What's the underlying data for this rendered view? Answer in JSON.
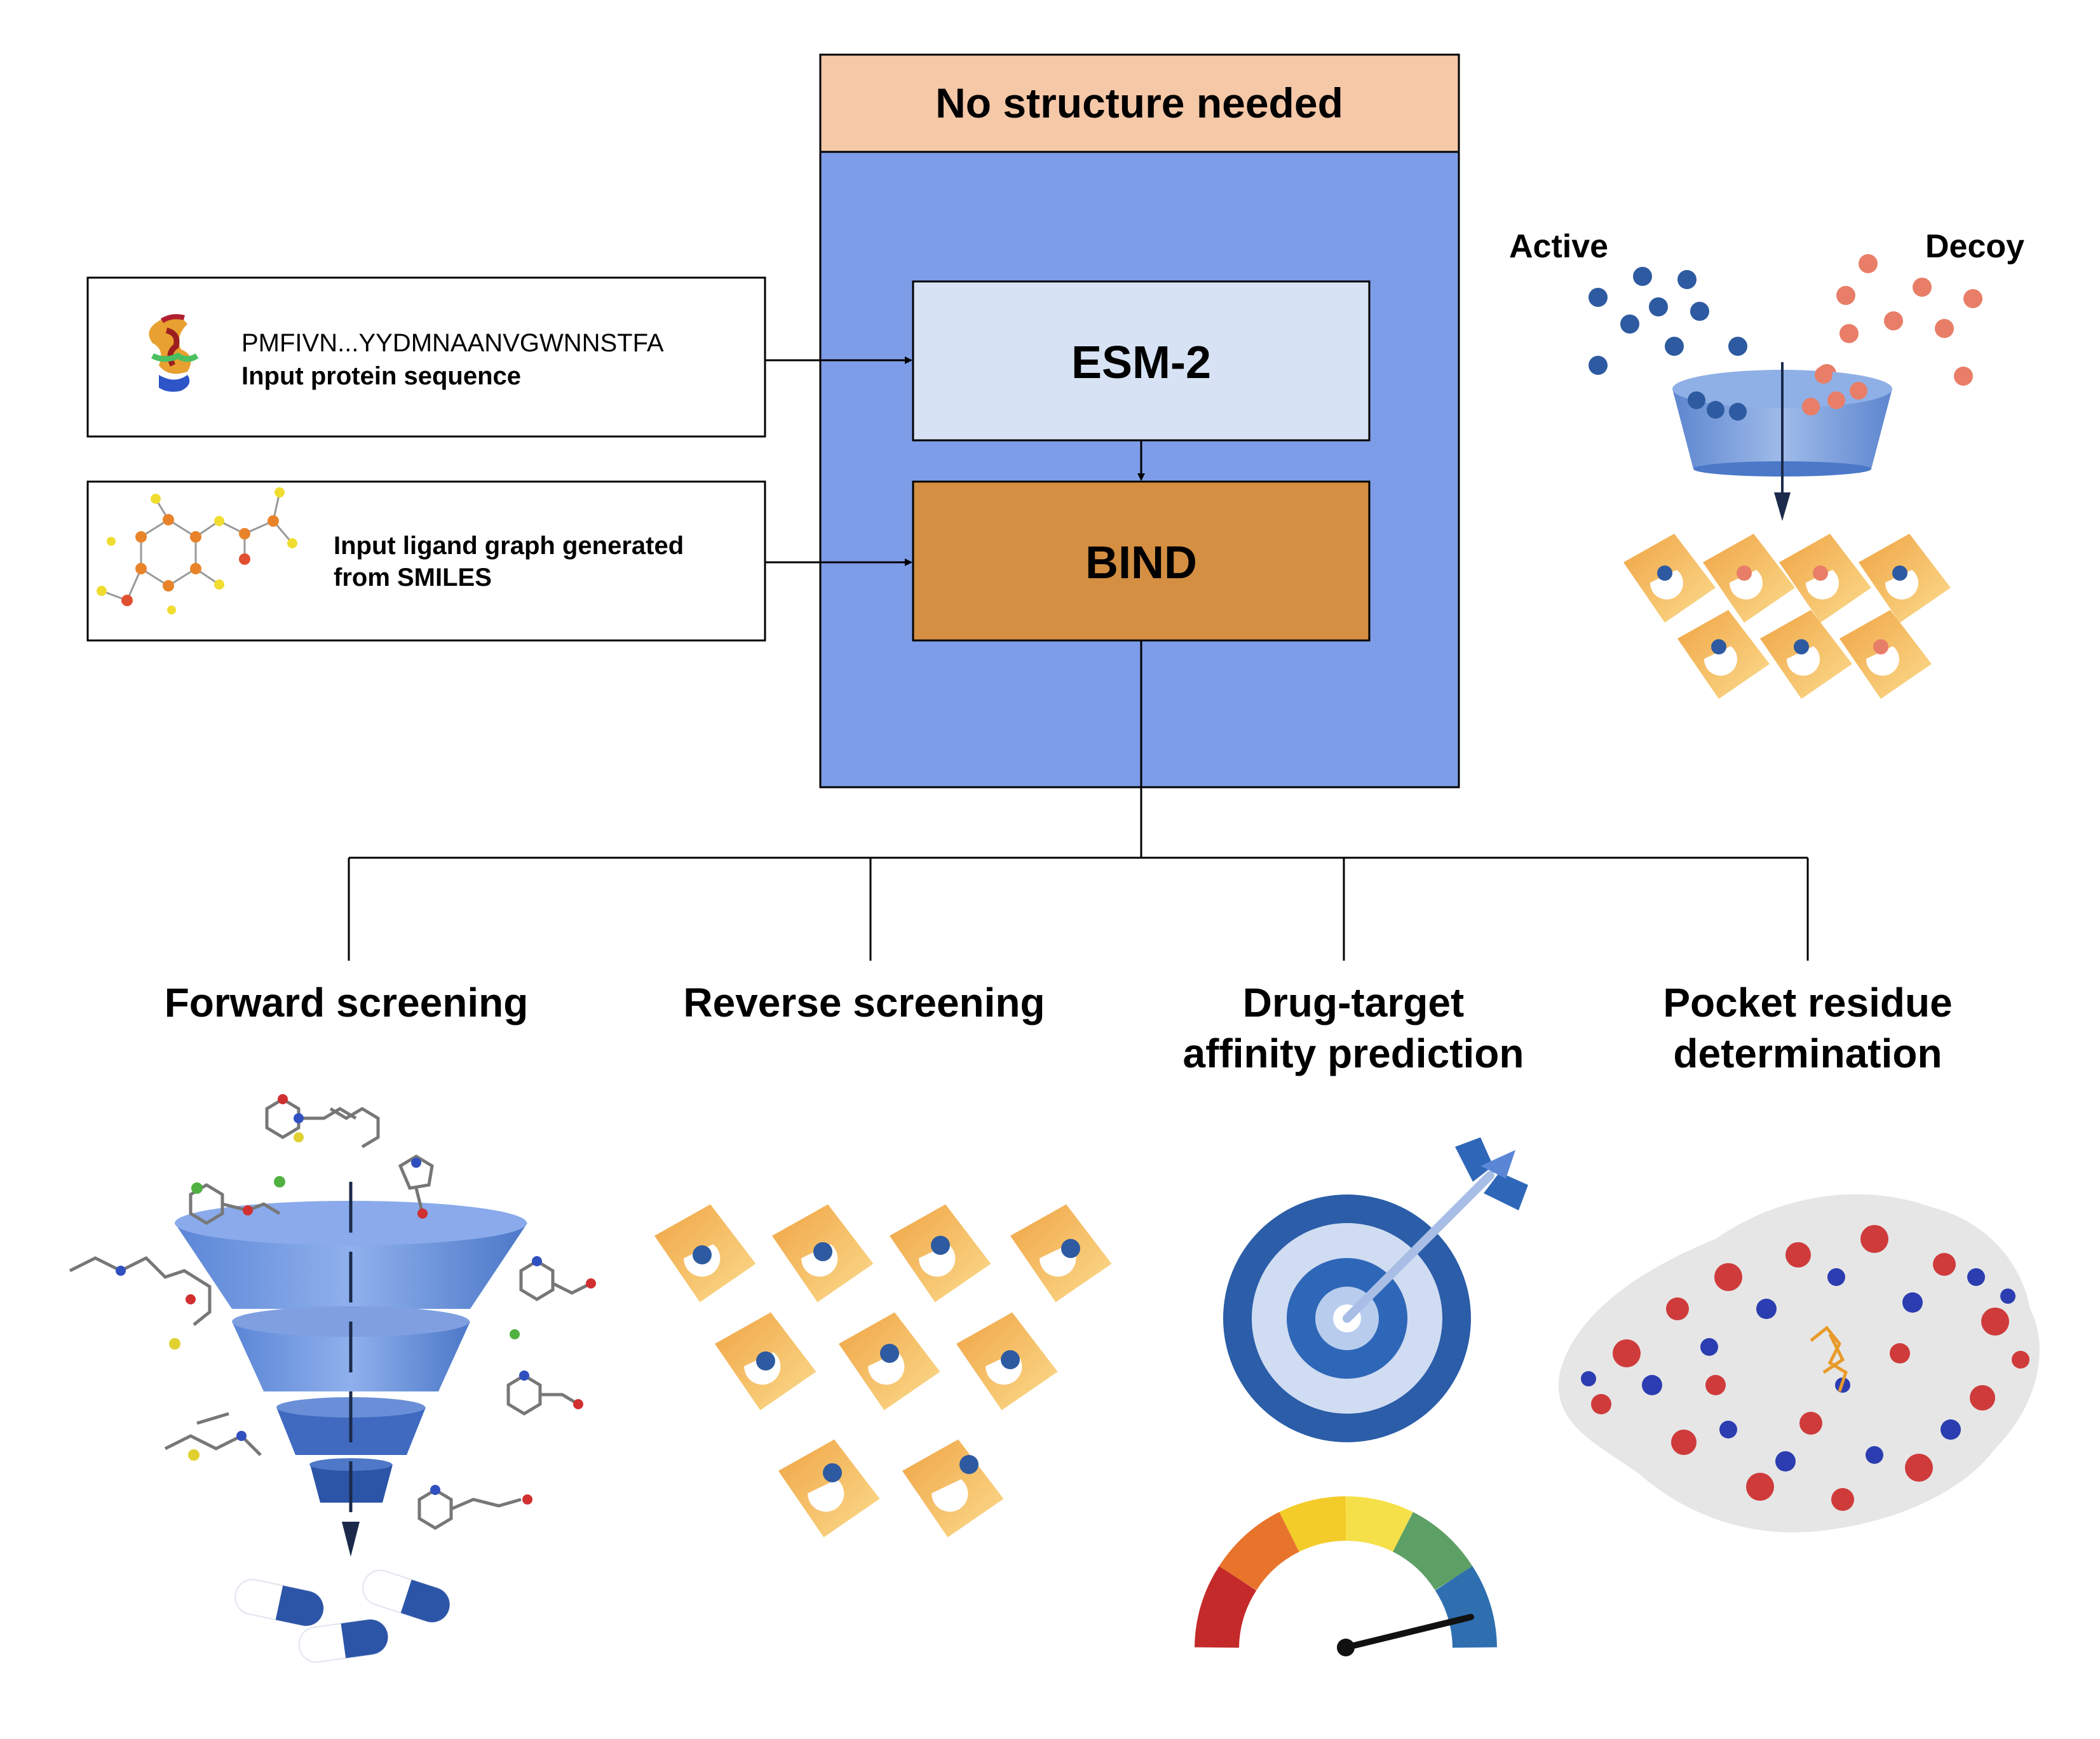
{
  "header": {
    "title": "No structure needed"
  },
  "model": {
    "encoder": "ESM-2",
    "predictor": "BIND"
  },
  "inputs": {
    "protein": {
      "sequence": "PMFIVN...YYDMNAANVGWNNSTFA",
      "caption": "Input protein sequence"
    },
    "ligand": {
      "caption_line1": "Input ligand graph generated",
      "caption_line2": "from SMILES"
    }
  },
  "screening_legend": {
    "active": "Active",
    "decoy": "Decoy"
  },
  "applications": [
    {
      "line1": "Forward screening",
      "line2": ""
    },
    {
      "line1": "Reverse screening",
      "line2": ""
    },
    {
      "line1": "Drug-target",
      "line2": "affinity prediction"
    },
    {
      "line1": "Pocket residue",
      "line2": "determination"
    }
  ],
  "colors": {
    "header_fill": "#f5c8a8",
    "panel_fill": "#7e9de8",
    "esm_fill": "#d7e3f4",
    "bind_fill": "#d48f42",
    "active_dot": "#2d5aa0",
    "decoy_dot": "#e87e68",
    "pocket": "#f2b35a"
  },
  "icons": [
    "protein-structure-icon",
    "ligand-graph-icon",
    "funnel-icon",
    "pocket-icon",
    "target-icon",
    "gauge-icon",
    "capsule-icon",
    "protein-surface-icon"
  ]
}
